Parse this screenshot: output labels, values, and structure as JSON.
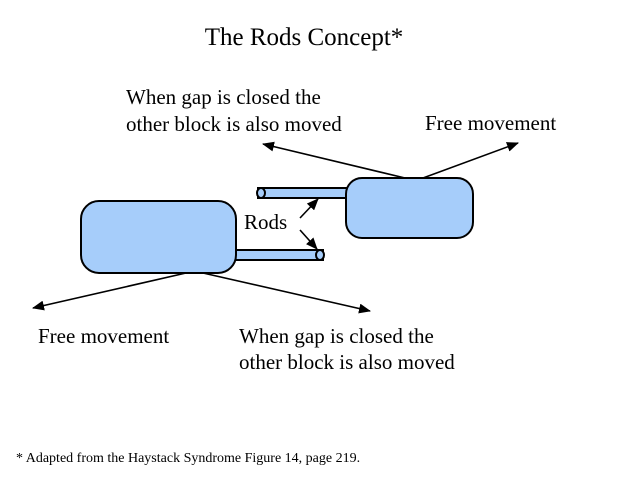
{
  "title": "The Rods Concept*",
  "labels": {
    "top_left_line1": "When gap is closed the",
    "top_left_line2": "other block is also moved",
    "top_right": "Free movement",
    "rods": "Rods",
    "bottom_left": "Free movement",
    "bottom_right_line1": "When gap is closed the",
    "bottom_right_line2": "other block is also moved"
  },
  "footnote": "* Adapted from the Haystack Syndrome Figure 14, page 219.",
  "colors": {
    "block_fill": "#a6cdfa",
    "stroke": "#000000"
  }
}
